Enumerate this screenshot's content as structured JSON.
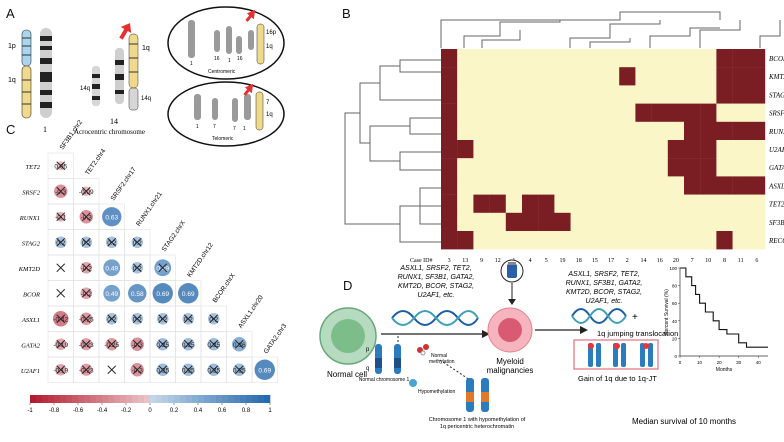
{
  "panels": {
    "a": "A",
    "b": "B",
    "c": "C",
    "d": "D"
  },
  "panel_a": {
    "chr1_label": "1",
    "chr14_label": "14",
    "acrocentric_caption": "Acrocentric chromosome",
    "arm_1p": "1p",
    "arm_1q": "1q",
    "arm_14q_left": "14q",
    "arm_14q_right": "14q",
    "arm_1q_right": "1q",
    "centromeric": {
      "caption": "Centromeric",
      "labels": [
        "1",
        "16",
        "1",
        "16",
        "16p",
        "1q"
      ]
    },
    "telomeric": {
      "caption": "Telomeric",
      "labels": [
        "7",
        "1",
        "7",
        "1",
        "7",
        "1q"
      ]
    }
  },
  "heatmap": {
    "genes": [
      "BCOR",
      "KMT2D",
      "STAG2",
      "SRSF2",
      "RUNX1",
      "U2AF1",
      "GATA2",
      "ASXL1",
      "TET2",
      "SF3B1",
      "RECQL4"
    ],
    "case_label": "Case ID#",
    "cases": [
      "3",
      "13",
      "9",
      "12",
      "1",
      "4",
      "5",
      "19",
      "18",
      "15",
      "17",
      "2",
      "14",
      "16",
      "20",
      "7",
      "10",
      "8",
      "11",
      "6"
    ],
    "matrix": [
      [
        1,
        0,
        0,
        0,
        0,
        0,
        0,
        0,
        0,
        0,
        0,
        0,
        0,
        0,
        0,
        0,
        0,
        1,
        1,
        1
      ],
      [
        1,
        0,
        0,
        0,
        0,
        0,
        0,
        0,
        0,
        0,
        0,
        1,
        0,
        0,
        0,
        0,
        0,
        1,
        1,
        1
      ],
      [
        1,
        0,
        0,
        0,
        0,
        0,
        0,
        0,
        0,
        0,
        0,
        0,
        0,
        0,
        0,
        0,
        0,
        1,
        1,
        1
      ],
      [
        1,
        0,
        0,
        0,
        0,
        0,
        0,
        0,
        0,
        0,
        0,
        0,
        1,
        1,
        1,
        1,
        1,
        0,
        0,
        0
      ],
      [
        1,
        0,
        0,
        0,
        0,
        0,
        0,
        0,
        0,
        0,
        0,
        0,
        0,
        0,
        0,
        1,
        1,
        1,
        1,
        1
      ],
      [
        1,
        1,
        0,
        0,
        0,
        0,
        0,
        0,
        0,
        0,
        0,
        0,
        0,
        0,
        1,
        1,
        1,
        0,
        0,
        0
      ],
      [
        1,
        0,
        0,
        0,
        0,
        0,
        0,
        0,
        0,
        0,
        0,
        0,
        0,
        0,
        1,
        1,
        1,
        0,
        0,
        0
      ],
      [
        1,
        0,
        0,
        0,
        0,
        0,
        0,
        0,
        0,
        0,
        0,
        0,
        0,
        0,
        0,
        1,
        1,
        1,
        1,
        1
      ],
      [
        1,
        0,
        1,
        1,
        0,
        1,
        1,
        0,
        0,
        0,
        0,
        0,
        0,
        0,
        0,
        0,
        0,
        0,
        0,
        0
      ],
      [
        1,
        0,
        0,
        0,
        1,
        1,
        1,
        1,
        0,
        0,
        0,
        0,
        0,
        0,
        0,
        0,
        0,
        0,
        0,
        0
      ],
      [
        1,
        1,
        0,
        0,
        0,
        0,
        0,
        0,
        0,
        0,
        0,
        0,
        0,
        0,
        0,
        0,
        0,
        1,
        0,
        0
      ]
    ],
    "colors": {
      "mutated": "#7b1e24",
      "wild": "#fbf6c8"
    }
  },
  "correlogram": {
    "row_labels": [
      "TET2",
      "SRSF2",
      "RUNX1",
      "STAG2",
      "KMT2D",
      "BCOR",
      "ASXL1",
      "GATA2",
      "U2AF1"
    ],
    "col_labels": [
      "SF3B1.chr2",
      "TET2.chr4",
      "SRSF2.chr17",
      "RUNX1.chr21",
      "STAG2.chrX",
      "KMT2D.chr12",
      "BCOR.chrX",
      "ASXL1.chr20",
      "GATA2.chr3"
    ],
    "cells": [
      [
        {
          "v": "0.05",
          "c": -0.05,
          "x": true
        }
      ],
      [
        {
          "v": "-0.3",
          "c": -0.3,
          "x": true
        },
        {
          "v": "-0.09",
          "c": -0.09,
          "x": true
        }
      ],
      [
        {
          "v": "-0.1",
          "c": -0.1,
          "x": true
        },
        {
          "v": "-0.3",
          "c": -0.3,
          "x": true
        },
        {
          "v": "0.63",
          "c": 0.63,
          "x": false
        }
      ],
      [
        {
          "v": "0.2",
          "c": 0.2,
          "x": true
        },
        {
          "v": "0.2",
          "c": 0.2,
          "x": true
        },
        {
          "v": "0.2",
          "c": 0.2,
          "x": true
        },
        {
          "v": "0.2",
          "c": 0.2,
          "x": true
        }
      ],
      [
        {
          "v": "",
          "c": 0,
          "x": true
        },
        {
          "v": "-0.2",
          "c": -0.2,
          "x": true
        },
        {
          "v": "0.49",
          "c": 0.49,
          "x": false
        },
        {
          "v": "0.2",
          "c": 0.2,
          "x": true
        },
        {
          "v": "0.49",
          "c": 0.49,
          "x": true
        }
      ],
      [
        {
          "v": "",
          "c": 0,
          "x": true
        },
        {
          "v": "-0.2",
          "c": -0.2,
          "x": true
        },
        {
          "v": "0.49",
          "c": 0.49,
          "x": false
        },
        {
          "v": "0.58",
          "c": 0.58,
          "x": false
        },
        {
          "v": "0.69",
          "c": 0.69,
          "x": false
        },
        {
          "v": "0.69",
          "c": 0.69,
          "x": false
        }
      ],
      [
        {
          "v": "-0.42",
          "c": -0.42,
          "x": true
        },
        {
          "v": "-0.25",
          "c": -0.25,
          "x": true
        },
        {
          "v": "0.2",
          "c": 0.2,
          "x": true
        },
        {
          "v": "0.2",
          "c": 0.2,
          "x": true
        },
        {
          "v": "0.2",
          "c": 0.2,
          "x": true
        },
        {
          "v": "0.2",
          "c": 0.2,
          "x": true
        },
        {
          "v": "0.2",
          "c": 0.2,
          "x": true
        }
      ],
      [
        {
          "v": "-0.19",
          "c": -0.19,
          "x": true
        },
        {
          "v": "-0.23",
          "c": -0.23,
          "x": true
        },
        {
          "v": "-0.25",
          "c": -0.25,
          "x": true
        },
        {
          "v": "-0.3",
          "c": -0.3,
          "x": true
        },
        {
          "v": "0.25",
          "c": 0.25,
          "x": true
        },
        {
          "v": "0.25",
          "c": 0.25,
          "x": true
        },
        {
          "v": "0.25",
          "c": 0.25,
          "x": true
        },
        {
          "v": "0.36",
          "c": 0.36,
          "x": true
        }
      ],
      [
        {
          "v": "-0.19",
          "c": -0.19,
          "x": true
        },
        {
          "v": "-0.23",
          "c": -0.23,
          "x": true
        },
        {
          "v": "",
          "c": 0,
          "x": true
        },
        {
          "v": "-0.3",
          "c": -0.3,
          "x": true
        },
        {
          "v": "0.25",
          "c": 0.25,
          "x": true
        },
        {
          "v": "0.25",
          "c": 0.25,
          "x": true
        },
        {
          "v": "0.25",
          "c": 0.25,
          "x": true
        },
        {
          "v": "0.25",
          "c": 0.25,
          "x": true
        },
        {
          "v": "0.69",
          "c": 0.69,
          "x": false
        }
      ]
    ],
    "colorbar_ticks": [
      "-1",
      "-0.8",
      "-0.6",
      "-0.4",
      "-0.2",
      "0",
      "0.2",
      "0.4",
      "0.6",
      "0.8",
      "1"
    ],
    "neg_color": "#b2182b",
    "pos_color": "#2166ac"
  },
  "panel_d": {
    "normal_cell": "Normal cell",
    "mutations_left": [
      "ASXL1, SRSF2, TET2,",
      "RUNX1, SF3B1, GATA2,",
      "KMT2D, BCOR, STAG2,",
      "U2AF1, etc."
    ],
    "myeloid": [
      "Myeloid",
      "malignancies"
    ],
    "mutations_right": [
      "ASXL1, SRSF2, TET2,",
      "RUNX1, SF3B1, GATA2,",
      "KMT2D, BCOR, STAG2,",
      "U2AF1, etc."
    ],
    "plus": "+",
    "jumping": "1q jumping translocation",
    "normal_methylation": [
      "Normal",
      "methylation"
    ],
    "normal_chr1": "Normal chromosome 1",
    "hypomethylation": "Hypomethylation",
    "hypo_caption": [
      "Chromosome 1 with hypomethylation of",
      "1q pericentric heterochromatin"
    ],
    "gain": "Gain of 1q due to 1q-JT",
    "median": "Median survival of 10 months",
    "arm_p": "p",
    "arm_q": "q"
  },
  "chart_data": {
    "type": "line",
    "title": "",
    "xlabel": "Months",
    "ylabel": "Percent Survival (%)",
    "xlim": [
      0,
      45
    ],
    "ylim": [
      0,
      100
    ],
    "xticks": [
      "0",
      "10",
      "20",
      "30",
      "40"
    ],
    "yticks": [
      "0",
      "20",
      "40",
      "60",
      "80",
      "100"
    ],
    "series": [
      {
        "x": [
          0,
          3,
          3,
          6,
          6,
          8,
          8,
          10,
          10,
          13,
          13,
          17,
          17,
          20,
          20,
          24,
          24,
          30,
          30,
          34,
          34,
          45
        ],
        "y": [
          100,
          100,
          90,
          90,
          80,
          80,
          70,
          70,
          60,
          60,
          50,
          50,
          40,
          40,
          30,
          30,
          25,
          25,
          15,
          15,
          10,
          10
        ]
      }
    ]
  }
}
